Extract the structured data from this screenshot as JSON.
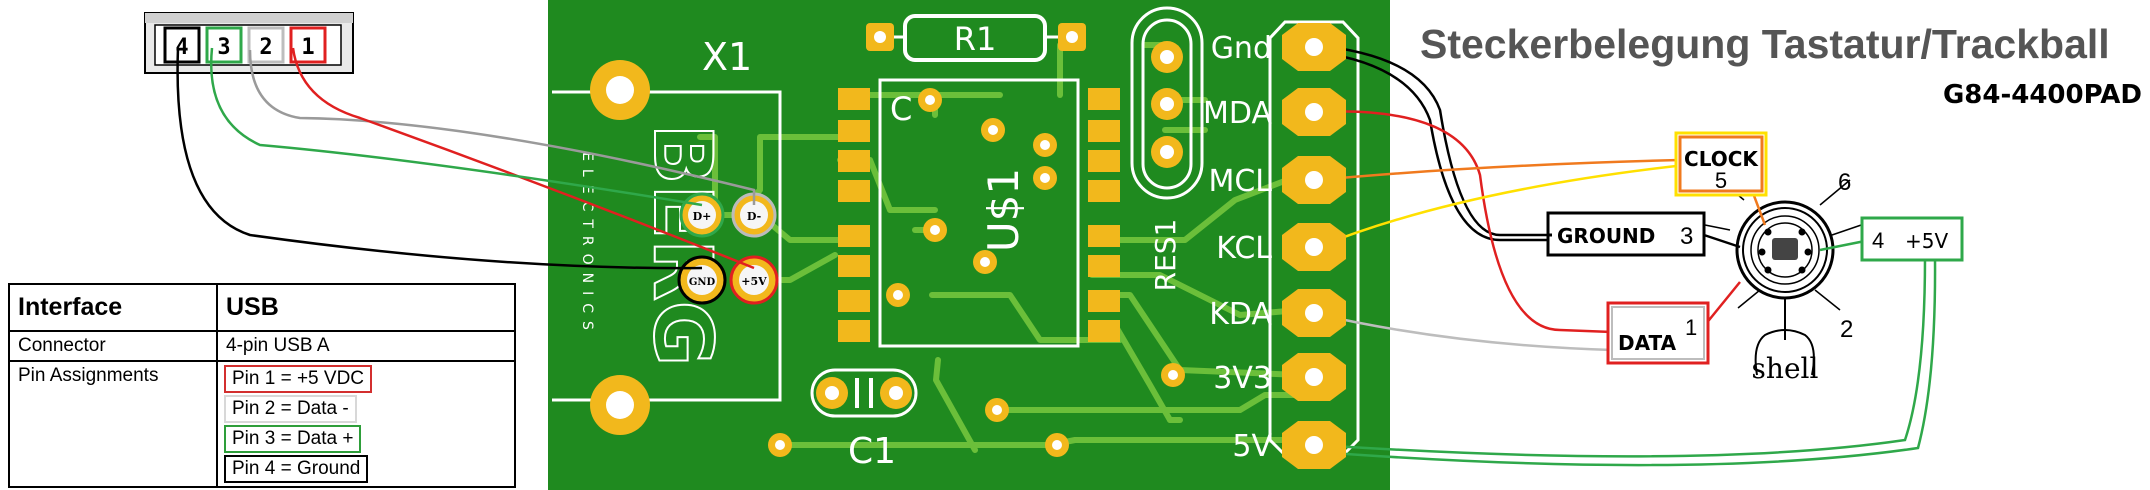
{
  "usb_connector": {
    "pins": [
      "4",
      "3",
      "2",
      "1"
    ]
  },
  "table": {
    "header": {
      "col1": "Interface",
      "col2": "USB"
    },
    "rows": [
      {
        "label": "Connector",
        "value": "4-pin USB A"
      },
      {
        "label": "Pin Assignments",
        "pins": [
          "Pin 1 = +5 VDC",
          "Pin 2 = Data -",
          "Pin 3 = Data +",
          "Pin 4 = Ground"
        ]
      }
    ]
  },
  "pcb": {
    "x1_label": "X1",
    "brand_text": "BERG",
    "brand_subtext": "ELECTRONICS",
    "r1_label": "R1",
    "res_label": "RES1",
    "ic_label": "U$1",
    "ic_pin_marker": "C",
    "c1_label": "C1",
    "pad_labels": {
      "d_plus": "D+",
      "d_minus": "D-",
      "gnd": "GND",
      "vcc": "+5V"
    },
    "header_pins": [
      "Gnd",
      "MDA",
      "MCL",
      "KCL",
      "KDA",
      "3V3",
      "5V"
    ],
    "board_color": "#1f8a1f"
  },
  "connector_info": {
    "title": "Steckerbelegung Tastatur/Trackball",
    "model": "G84-4400PAD",
    "labels": {
      "clock": {
        "name": "CLOCK",
        "num": "5"
      },
      "ground": {
        "name": "GROUND",
        "num": "3"
      },
      "data": {
        "name": "DATA",
        "num": "1"
      },
      "vcc": {
        "num": "4",
        "name": "+5V"
      }
    },
    "din_pin_numbers": {
      "six": "6",
      "two": "2"
    },
    "shell_label": "shell"
  },
  "wire_colors": {
    "red": "#e02020",
    "green": "#2fa84a",
    "gray": "#9a9a9a",
    "black": "#000000",
    "orange": "#f07a1e",
    "yellow": "#ffe000"
  }
}
